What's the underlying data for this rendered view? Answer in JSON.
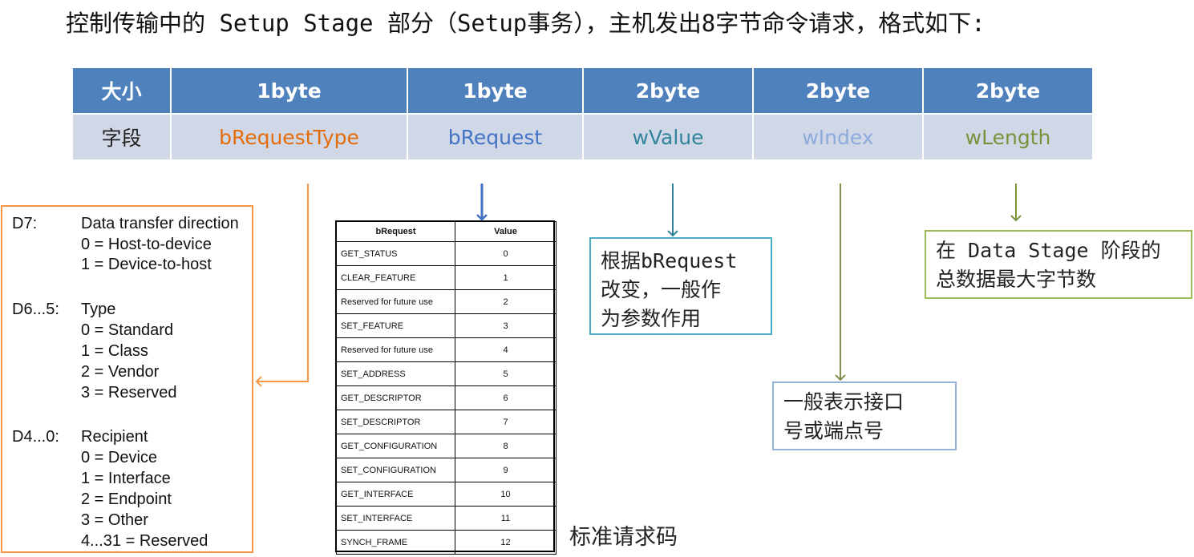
{
  "title": "控制传输中的 Setup Stage 部分（Setup事务），主机发出8字节命令请求，格式如下:",
  "main_table": {
    "size_header": "大小",
    "field_header": "字段",
    "sizes": [
      "1byte",
      "1byte",
      "2byte",
      "2byte",
      "2byte"
    ],
    "fields": [
      {
        "label": "bRequestType",
        "color": "#e46c0a"
      },
      {
        "label": "bRequest",
        "color": "#4472c4"
      },
      {
        "label": "wValue",
        "color": "#31849b"
      },
      {
        "label": "wIndex",
        "color": "#8eaadb"
      },
      {
        "label": "wLength",
        "color": "#77933c"
      }
    ]
  },
  "request_type": {
    "lines": [
      {
        "bit": "D7:",
        "text": "Data transfer direction"
      },
      {
        "bit": "",
        "text": "0 = Host-to-device"
      },
      {
        "bit": "",
        "text": "1 = Device-to-host"
      },
      {
        "bit": "D6...5:",
        "text": "Type"
      },
      {
        "bit": "",
        "text": "0 = Standard"
      },
      {
        "bit": "",
        "text": "1 = Class"
      },
      {
        "bit": "",
        "text": "2 = Vendor"
      },
      {
        "bit": "",
        "text": "3 = Reserved"
      },
      {
        "bit": "D4...0:",
        "text": "Recipient"
      },
      {
        "bit": "",
        "text": "0 = Device"
      },
      {
        "bit": "",
        "text": "1 = Interface"
      },
      {
        "bit": "",
        "text": "2 = Endpoint"
      },
      {
        "bit": "",
        "text": "3 = Other"
      },
      {
        "bit": "",
        "text": "4...31 = Reserved"
      }
    ]
  },
  "brequest_table": {
    "headers": [
      "bRequest",
      "Value"
    ],
    "rows": [
      [
        "GET_STATUS",
        "0"
      ],
      [
        "CLEAR_FEATURE",
        "1"
      ],
      [
        "Reserved for future use",
        "2"
      ],
      [
        "SET_FEATURE",
        "3"
      ],
      [
        "Reserved for future use",
        "4"
      ],
      [
        "SET_ADDRESS",
        "5"
      ],
      [
        "GET_DESCRIPTOR",
        "6"
      ],
      [
        "SET_DESCRIPTOR",
        "7"
      ],
      [
        "GET_CONFIGURATION",
        "8"
      ],
      [
        "SET_CONFIGURATION",
        "9"
      ],
      [
        "GET_INTERFACE",
        "10"
      ],
      [
        "SET_INTERFACE",
        "11"
      ],
      [
        "SYNCH_FRAME",
        "12"
      ]
    ],
    "caption": "标准请求码"
  },
  "notes": {
    "wvalue": [
      "根据bRequest",
      "改变，一般作",
      "为参数作用"
    ],
    "windex": [
      "一般表示接口",
      "号或端点号"
    ],
    "wlength": [
      "在 Data Stage 阶段的",
      "总数据最大字节数"
    ]
  }
}
